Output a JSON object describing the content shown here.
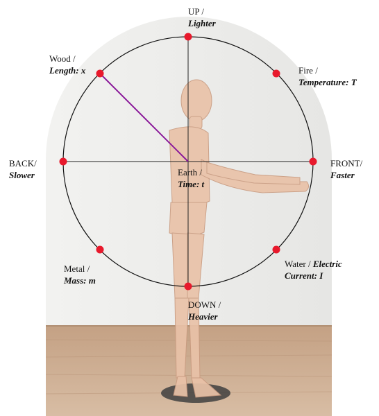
{
  "colors": {
    "circle": "#111111",
    "axis": "#222222",
    "dot": "#e8192c",
    "vector": "#8b1a9a",
    "wall": "#ececea",
    "floor": "#c9a98a",
    "figure": "#e8bfa4",
    "stand": "#444444"
  },
  "labels": {
    "up": {
      "line1": "UP /",
      "line2": "Lighter"
    },
    "down": {
      "line1": "DOWN /",
      "line2": "Heavier"
    },
    "back": {
      "line1": "BACK/",
      "line2": "Slower"
    },
    "front": {
      "line1": "FRONT/",
      "line2": "Faster"
    },
    "wood": {
      "line1": "Wood /",
      "line2": "Length: x"
    },
    "fire": {
      "line1": "Fire /",
      "line2": "Temperature: T"
    },
    "metal": {
      "line1": "Metal /",
      "line2": "Mass: m"
    },
    "water": {
      "line1": "Water /",
      "line1b": "Electric",
      "line2": "Current: I"
    },
    "earth": {
      "line1": "Earth /",
      "line2": "Time: t"
    }
  }
}
